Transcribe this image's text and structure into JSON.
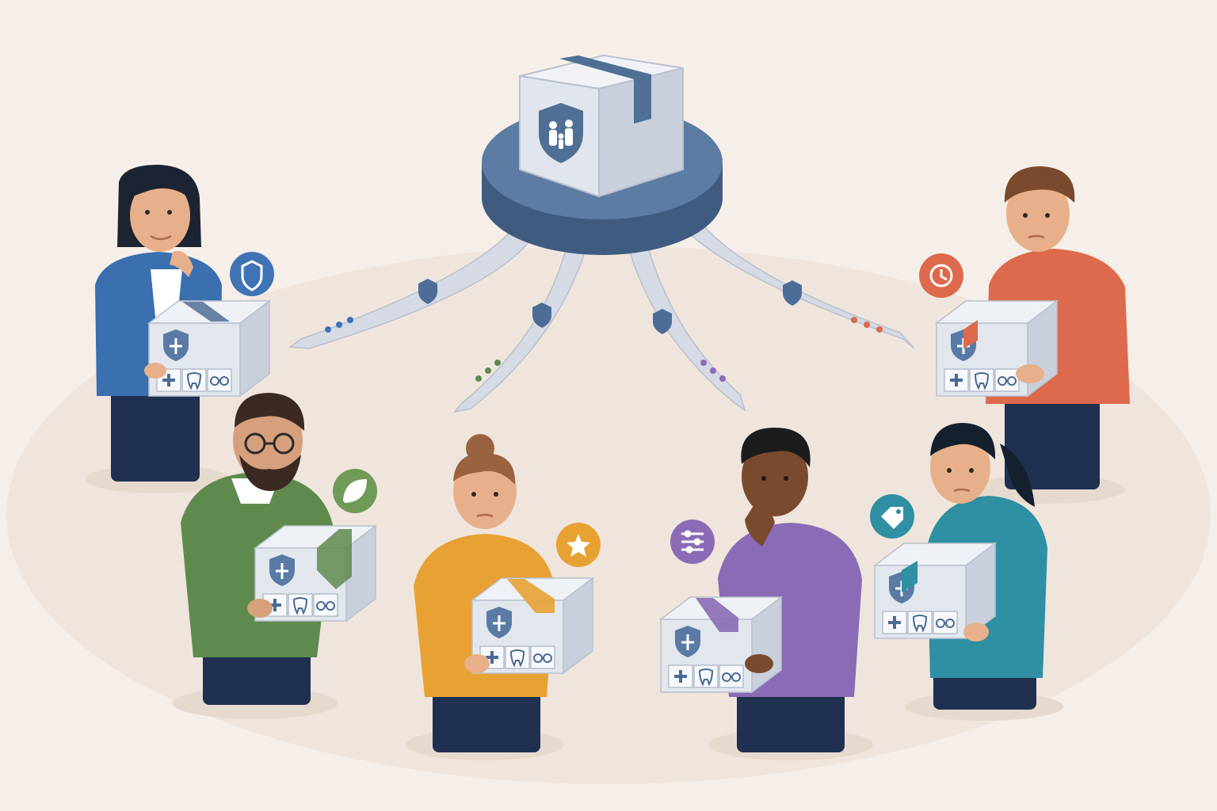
{
  "scene": {
    "background_color": "#f6efe9",
    "floor_color": "#efe5dc",
    "hub": {
      "platform_color": "#4f6f94",
      "box_color": "#dde2ea",
      "emblem": "family-shield-icon"
    },
    "people": [
      {
        "id": "woman-blazer",
        "shirt_color": "#3a6fb0",
        "badge_icon": "shield-icon",
        "badge_color": "#3f73b6"
      },
      {
        "id": "man-green-sweater",
        "shirt_color": "#5e8a4e",
        "badge_icon": "leaf-icon",
        "badge_color": "#6f9a57"
      },
      {
        "id": "woman-yellow-sweater",
        "shirt_color": "#e7a233",
        "badge_icon": "star-icon",
        "badge_color": "#e7a233"
      },
      {
        "id": "man-purple-shirt",
        "shirt_color": "#8a6bb5",
        "badge_icon": "sliders-icon",
        "badge_color": "#8b6bb6"
      },
      {
        "id": "woman-teal-shirt",
        "shirt_color": "#2f8fa3",
        "badge_icon": "tag-icon",
        "badge_color": "#2f8fa3"
      },
      {
        "id": "man-orange-sweater",
        "shirt_color": "#dd6a4c",
        "badge_icon": "clock-icon",
        "badge_color": "#dd6a4c"
      }
    ],
    "package_icons": [
      "shield-icon",
      "medical-cross-icon",
      "tooth-icon",
      "glasses-icon"
    ]
  }
}
